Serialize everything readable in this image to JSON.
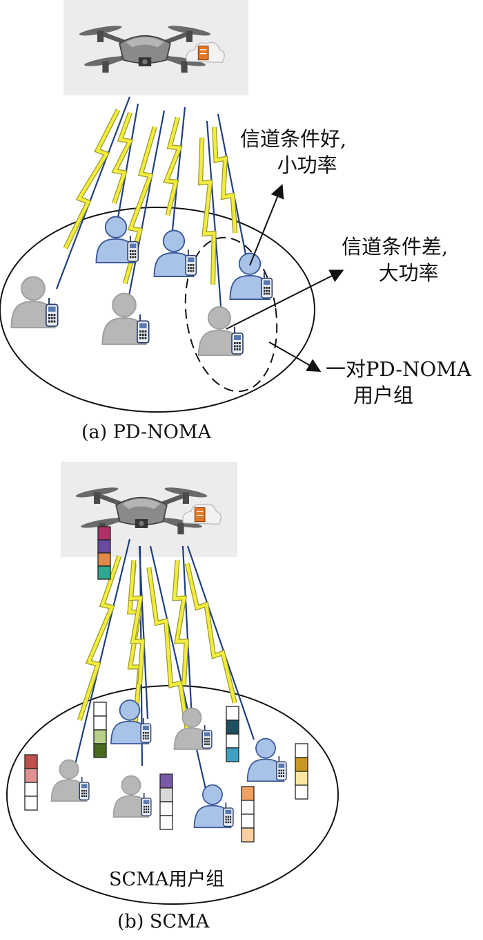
{
  "panel_a": {
    "caption": "(a) PD-NOMA",
    "good_channel_line1": "信道条件好,",
    "good_channel_line2": "小功率",
    "bad_channel_line1": "信道条件差,",
    "bad_channel_line2": "大功率",
    "pair_line1": "一对PD-NOMA",
    "pair_line2": "用户组"
  },
  "panel_b": {
    "caption": "(b) SCMA",
    "group_label": "SCMA用户组",
    "uav_codeword": [
      "#b0306a",
      "#6a4aa0",
      "#e08a4a",
      "#30a890"
    ],
    "user_codewords": [
      [
        "#c0504d",
        "#e09090",
        "#ffffff",
        "#ffffff"
      ],
      [
        "#ffffff",
        "#ffffff",
        "#b8d08a",
        "#4a6a20"
      ],
      [
        "#ffffff",
        "#1f5060",
        "#ffffff",
        "#40a0c0"
      ],
      [
        "#7a5aa8",
        "#d8d8d8",
        "#ffffff",
        "#ffffff"
      ],
      [
        "#f0a060",
        "#ffffff",
        "#ffffff",
        "#f8d0a0"
      ],
      [
        "#ffffff",
        "#c89820",
        "#f8e8a0",
        "#ffffff"
      ]
    ]
  },
  "colors": {
    "link_line": "#1f3f7f",
    "bolt_fill": "#f2ec3c",
    "bolt_stroke": "#9a9a30",
    "user_blue": "#a9c2e8",
    "user_grey": "#b7b7b7"
  }
}
